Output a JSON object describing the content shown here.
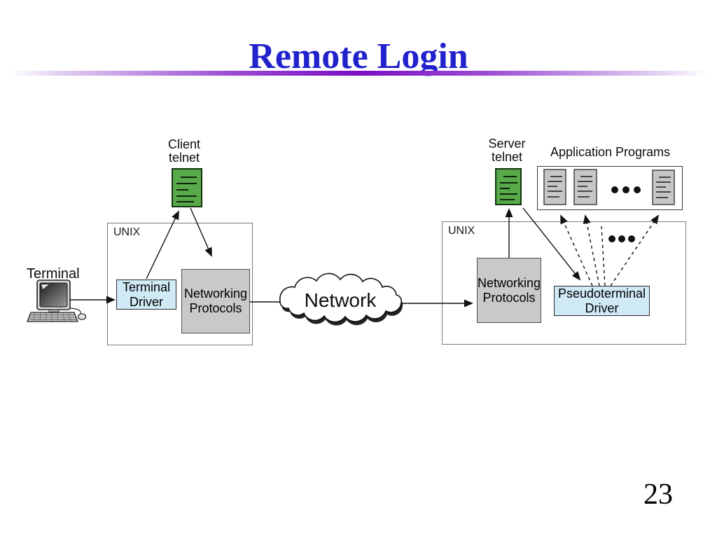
{
  "slide": {
    "title": "Remote Login",
    "page_number": "23"
  },
  "labels": {
    "terminal": "Terminal",
    "client_telnet": [
      "Client",
      "telnet"
    ],
    "server_telnet": [
      "Server",
      "telnet"
    ],
    "application_programs": "Application Programs",
    "unix_left": "UNIX",
    "unix_right": "UNIX",
    "terminal_driver": [
      "Terminal",
      "Driver"
    ],
    "networking_protocols_left": [
      "Networking",
      "Protocols"
    ],
    "networking_protocols_right": [
      "Networking",
      "Protocols"
    ],
    "pseudoterminal_driver": [
      "Pseudoterminal",
      "Driver"
    ],
    "network": "Network"
  },
  "icons": {
    "terminal_computer": "desktop-computer-icon",
    "client_telnet": "green-document-icon",
    "server_telnet": "green-document-icon",
    "application_docs": "gray-document-icon",
    "network_cloud": "cloud-shape",
    "more_items": "ellipsis-dots"
  },
  "colors": {
    "title_color": "#2222cc",
    "divider_core": "#7a0ec4",
    "divider_mid": "#9b4ad2",
    "divider_edge": "#e2d0f2",
    "telnet_icon_green": "#58a94a",
    "driver_box_blue": "#cfe9f5",
    "protocol_box_gray": "#c9c9c9",
    "doc_icon_gray": "#c6c6c6",
    "line_color": "#111111"
  }
}
